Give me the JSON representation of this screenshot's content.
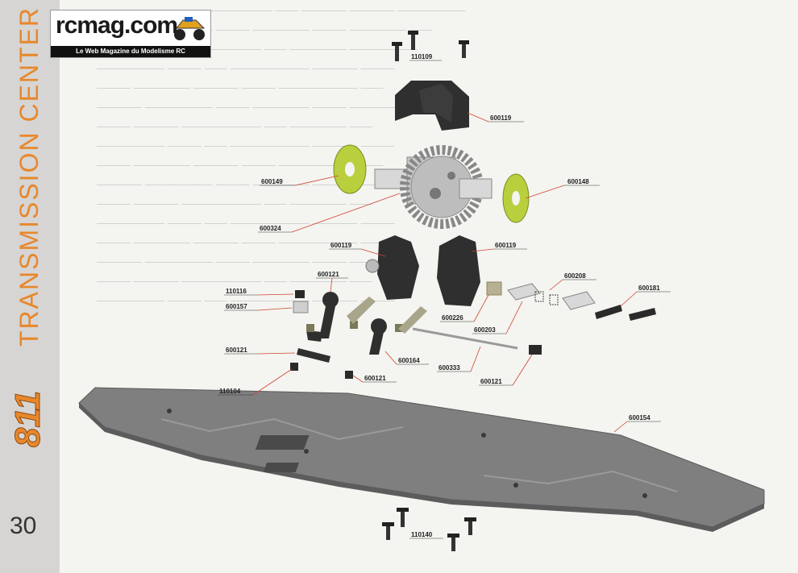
{
  "page": {
    "section_title": "TRANSMISSION CENTER",
    "page_number": "30"
  },
  "watermark": {
    "site": "rcmag.com",
    "tagline": "Le Web Magazine du Modelisme RC"
  },
  "series_logo": {
    "text": "811",
    "color": "#e8872b"
  },
  "colors": {
    "accent": "#e8872b",
    "leader_line": "#d0452b",
    "chassis": "#7f7f80",
    "part_dark": "#2f2f2f",
    "spur_disc": "#b9cf3d",
    "diff_silver": "#c8c8c8"
  },
  "parts": [
    {
      "id": "p110109",
      "number": "110109"
    },
    {
      "id": "p600119_top",
      "number": "600119"
    },
    {
      "id": "p600149",
      "number": "600149"
    },
    {
      "id": "p600148",
      "number": "600148"
    },
    {
      "id": "p600324",
      "number": "600324"
    },
    {
      "id": "p600119_left",
      "number": "600119"
    },
    {
      "id": "p600119_right",
      "number": "600119"
    },
    {
      "id": "p600121_top",
      "number": "600121"
    },
    {
      "id": "p110116",
      "number": "110116"
    },
    {
      "id": "p600157",
      "number": "600157"
    },
    {
      "id": "p600208",
      "number": "600208"
    },
    {
      "id": "p600181",
      "number": "600181"
    },
    {
      "id": "p600226",
      "number": "600226"
    },
    {
      "id": "p600203",
      "number": "600203"
    },
    {
      "id": "p600121_left",
      "number": "600121"
    },
    {
      "id": "p600164",
      "number": "600164"
    },
    {
      "id": "p600333",
      "number": "600333"
    },
    {
      "id": "p600121_mid",
      "number": "600121"
    },
    {
      "id": "p600121_right",
      "number": "600121"
    },
    {
      "id": "p110104",
      "number": "110104"
    },
    {
      "id": "p600154",
      "number": "600154"
    },
    {
      "id": "p110140",
      "number": "110140"
    }
  ]
}
